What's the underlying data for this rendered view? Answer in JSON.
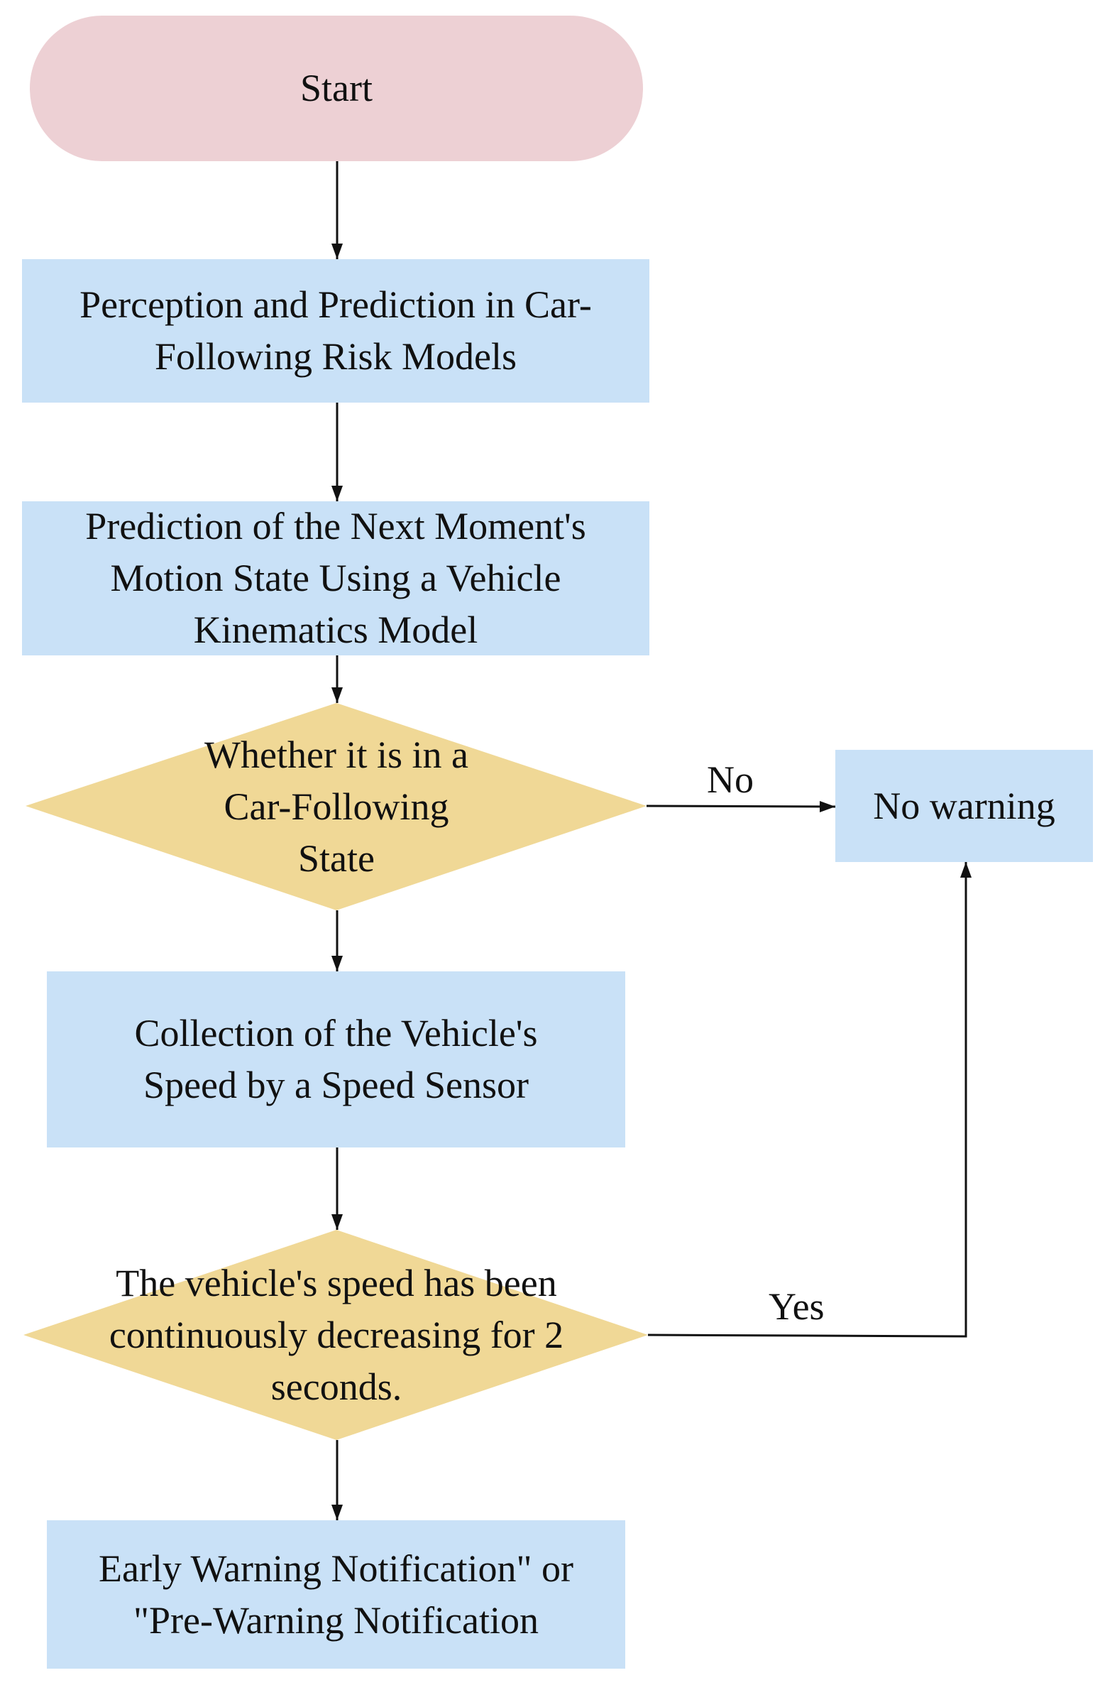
{
  "colors": {
    "terminal_fill": "#edd0d4",
    "process_fill": "#c9e1f7",
    "decision_fill": "#f0d896",
    "edge": "#111111",
    "text": "#111111"
  },
  "nodes": {
    "start": {
      "shape": "terminal",
      "lines": [
        "Start"
      ]
    },
    "perception": {
      "shape": "process",
      "lines": [
        "Perception and Prediction in Car-",
        "Following Risk Models"
      ]
    },
    "prediction": {
      "shape": "process",
      "lines": [
        "Prediction of the Next Moment's",
        "Motion State Using a Vehicle",
        "Kinematics Model"
      ]
    },
    "car_following_check": {
      "shape": "decision",
      "lines": [
        "Whether it is in a",
        "Car-Following",
        "State"
      ]
    },
    "speed_collection": {
      "shape": "process",
      "lines": [
        "Collection of the Vehicle's",
        "Speed by a Speed Sensor"
      ]
    },
    "speed_decrease_check": {
      "shape": "decision",
      "lines": [
        "The vehicle's speed has been",
        "continuously decreasing for 2",
        "seconds."
      ]
    },
    "early_warning": {
      "shape": "process",
      "lines": [
        "Early Warning Notification\" or",
        "\"Pre-Warning Notification"
      ]
    },
    "no_warning": {
      "shape": "process",
      "lines": [
        "No warning"
      ]
    }
  },
  "edges": {
    "no_label": "No",
    "yes_label": "Yes"
  }
}
